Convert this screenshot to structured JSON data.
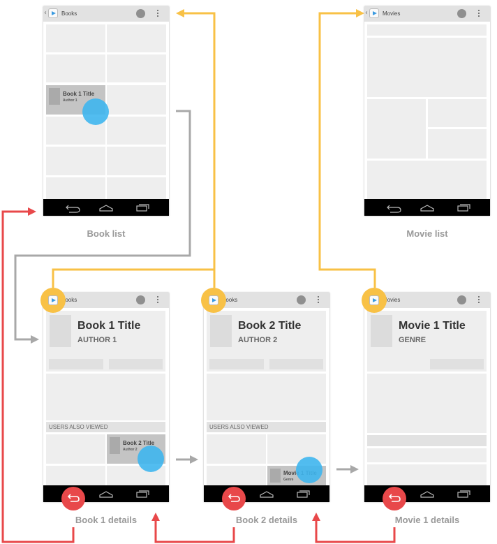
{
  "screens": {
    "book_list": {
      "title": "Books",
      "caption": "Book list",
      "item": {
        "title": "Book 1 Title",
        "author": "Author 1"
      }
    },
    "movie_list": {
      "title": "Movies",
      "caption": "Movie list"
    },
    "book1_details": {
      "app_title": "Books",
      "title": "Book 1 Title",
      "subtitle": "AUTHOR 1",
      "section": "USERS ALSO VIEWED",
      "item": {
        "title": "Book 2 Title",
        "author": "Author 2"
      },
      "caption": "Book 1 details"
    },
    "book2_details": {
      "app_title": "Books",
      "title": "Book 2 Title",
      "subtitle": "AUTHOR 2",
      "section": "USERS ALSO VIEWED",
      "item": {
        "title": "Movie 1 Title",
        "genre": "Genre"
      },
      "caption": "Book 2 details"
    },
    "movie1_details": {
      "app_title": "Movies",
      "title": "Movie 1 Title",
      "subtitle": "GENRE",
      "caption": "Movie 1 details"
    }
  },
  "colors": {
    "up_navigation": "#f8c146",
    "back_navigation": "#e8484a",
    "forward_navigation": "#a8a8a8",
    "touch": "#3fb6ee"
  },
  "icons": [
    "play-store-icon",
    "back-icon",
    "home-icon",
    "recents-icon",
    "overflow-menu-icon"
  ]
}
